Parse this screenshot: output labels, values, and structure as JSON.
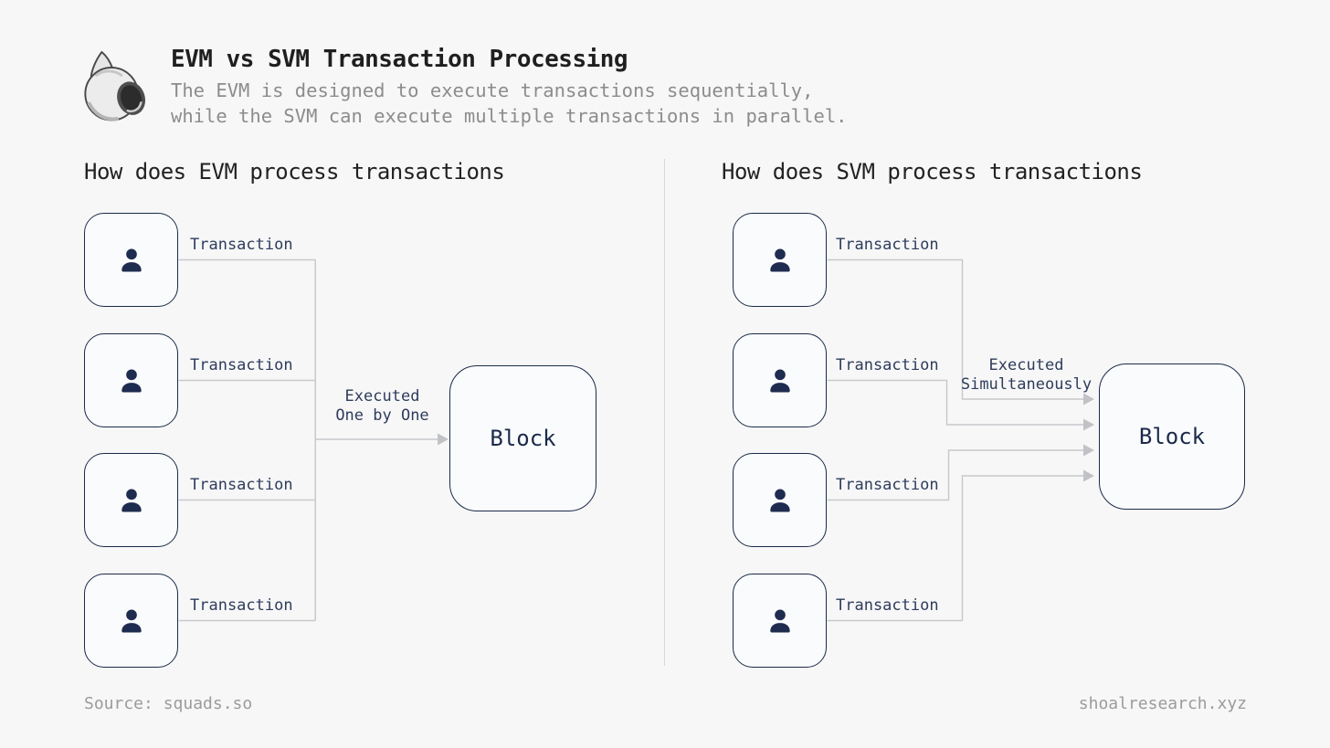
{
  "header": {
    "logo": "shell-logo",
    "title": "EVM vs SVM Transaction Processing",
    "subtitle_line1": "The EVM is designed to execute transactions sequentially,",
    "subtitle_line2": "while the SVM can execute multiple transactions in parallel."
  },
  "evm_panel": {
    "heading": "How does EVM process transactions",
    "transactions": [
      {
        "label": "Transaction"
      },
      {
        "label": "Transaction"
      },
      {
        "label": "Transaction"
      },
      {
        "label": "Transaction"
      }
    ],
    "flow_label_line1": "Executed",
    "flow_label_line2": "One by One",
    "block_label": "Block"
  },
  "svm_panel": {
    "heading": "How does SVM process transactions",
    "transactions": [
      {
        "label": "Transaction"
      },
      {
        "label": "Transaction"
      },
      {
        "label": "Transaction"
      },
      {
        "label": "Transaction"
      }
    ],
    "flow_label_line1": "Executed",
    "flow_label_line2": "Simultaneously",
    "block_label": "Block"
  },
  "footer": {
    "source": "Source: squads.so",
    "site": "shoalresearch.xyz"
  },
  "colors": {
    "background": "#f7f7f7",
    "box_fill": "#fafbfd",
    "navy_border": "#1b2a4a",
    "label_navy": "#2e3c5c",
    "connector_gray": "#c7c9cc",
    "muted_gray": "#8c8c8c",
    "footer_gray": "#9b9b9b"
  }
}
